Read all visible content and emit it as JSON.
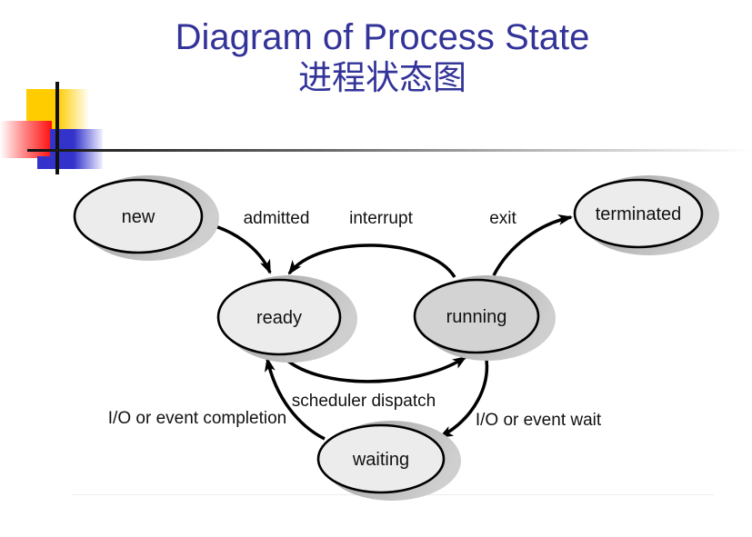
{
  "slide": {
    "title": "Diagram of Process State",
    "subtitle": "进程状态图",
    "title_color": "#333399"
  },
  "decor": {
    "yellow_square": "#ffcc00",
    "red_square": "#ff0f0f",
    "blue_square": "#3333cc",
    "cross_line": "#111111"
  },
  "diagram": {
    "states": [
      {
        "id": "new",
        "label": "new",
        "fill": "#ececec"
      },
      {
        "id": "ready",
        "label": "ready",
        "fill": "#ececec"
      },
      {
        "id": "running",
        "label": "running",
        "fill": "#d3d3d3"
      },
      {
        "id": "terminated",
        "label": "terminated",
        "fill": "#ececec"
      },
      {
        "id": "waiting",
        "label": "waiting",
        "fill": "#ececec"
      }
    ],
    "transitions": [
      {
        "label": "admitted",
        "from": "new",
        "to": "ready"
      },
      {
        "label": "interrupt",
        "from": "running",
        "to": "ready"
      },
      {
        "label": "exit",
        "from": "running",
        "to": "terminated"
      },
      {
        "label": "scheduler dispatch",
        "from": "ready",
        "to": "running"
      },
      {
        "label": "I/O or event wait",
        "from": "running",
        "to": "waiting"
      },
      {
        "label": "I/O or event completion",
        "from": "waiting",
        "to": "ready"
      }
    ],
    "colors": {
      "state_fill": "#ececec",
      "running_fill": "#d3d3d3",
      "shadow": "#b0b0b0",
      "outline": "#000000",
      "label_text": "#111111"
    }
  }
}
